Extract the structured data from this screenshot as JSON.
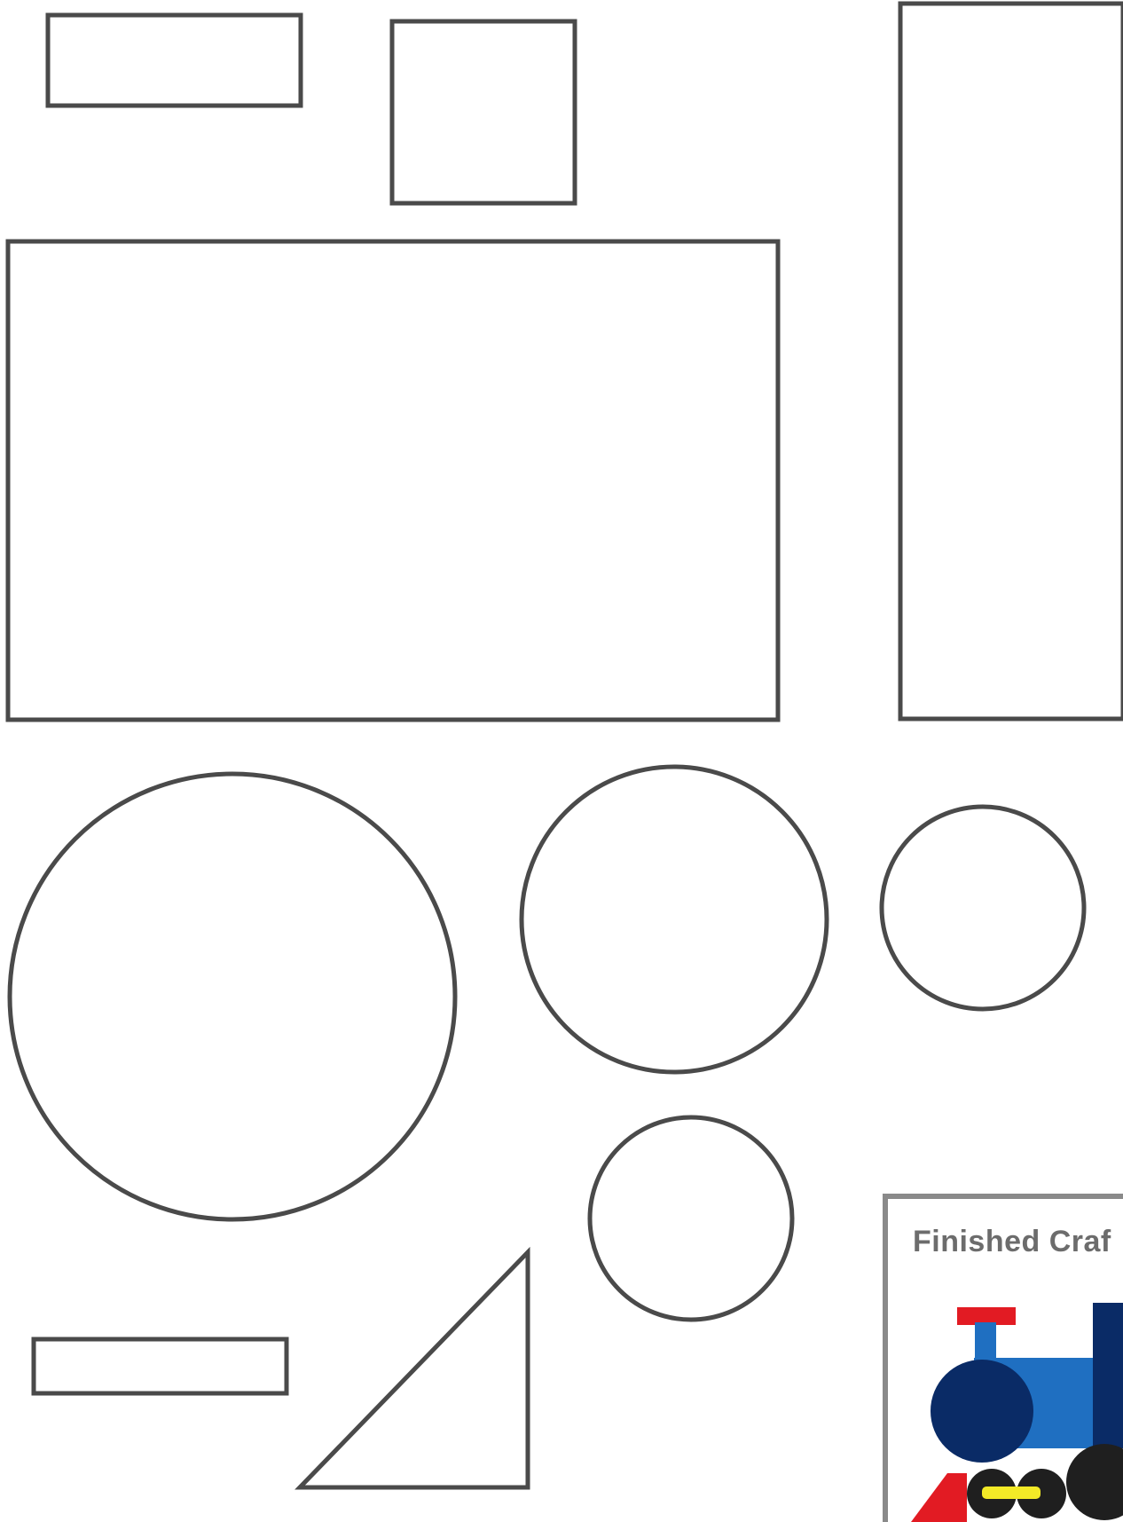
{
  "preview": {
    "title": "Finished Craf"
  },
  "colors": {
    "outline": "#4a4a4a",
    "preview_border": "#8a8a8a",
    "preview_title": "#6c6c6c",
    "train_red": "#e21b23",
    "train_blue": "#1f6fc1",
    "train_navy": "#0a2b66",
    "train_yellow": "#f3ea27",
    "train_black": "#1f1f1f"
  },
  "icons": [
    "rectangle-shape",
    "square-shape",
    "circle-shape",
    "triangle-shape",
    "train-icon"
  ]
}
